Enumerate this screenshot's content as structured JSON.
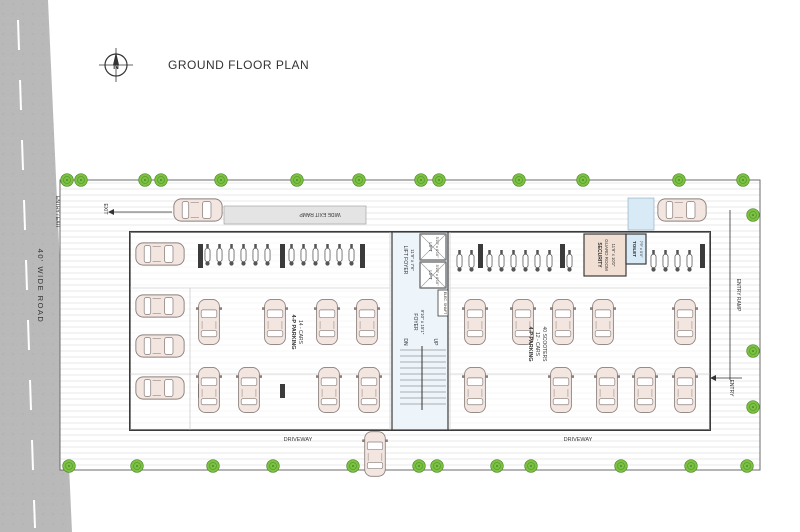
{
  "title": "GROUND FLOOR PLAN",
  "compass_letter": "N",
  "road_label": "40' WIDE ROAD",
  "entry_exit_label": "ENTRY / EXIT",
  "exit_label": "EXIT",
  "wide_exit_ramp_label": "WIDE EXIT RAMP",
  "entry_ramp_label": "ENTRY RAMP",
  "entry_label": "ENTRY",
  "driveway_left_label": "DRIVEWAY",
  "driveway_right_label": "DRIVEWAY",
  "lift_foyer_label": "LIFT FOYER",
  "lift_foyer_dim": "11'9\" x 7'6\"",
  "foyer_label": "FOYER",
  "foyer_dim": "9'10\" x 15'1\"",
  "lift_labels": [
    "LIFT",
    "LIFT"
  ],
  "lift_dims": [
    "5'10\" x 6'10\"",
    "5'10\" x 6'10\""
  ],
  "elec_shaft_label": "ELEC. SHAFT",
  "up_label": "UP",
  "dn_label": "DN",
  "security_label": "SECURITY",
  "guard_room_label": "GUARD ROOM",
  "security_dim": "11'9\" x 10'0\"",
  "toilet_label": "TOILET",
  "toilet_dim": "7'9\" x 5'0\"",
  "left_parking_label": "4-P PARKING",
  "left_parking_count": "14 - CARS",
  "right_parking_label": "4-P PARKING",
  "right_parking_count": "12 - CARS",
  "right_scooters": "40 SCOOTERS",
  "colors": {
    "road": "#b9b9b9",
    "tree": "#7cc242",
    "car": "#f3e6e1",
    "core": "#eef5fa",
    "security": "#f2dfd3",
    "toilet": "#d8eaf5",
    "wall": "#3b3b3b"
  }
}
